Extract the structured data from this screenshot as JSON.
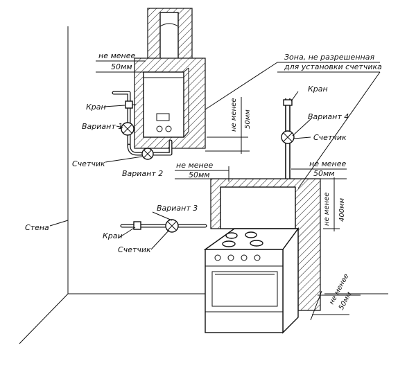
{
  "labels": {
    "min_top": "не менее",
    "min_top_val": "50мм",
    "zone_1": "Зона, не разрешенная",
    "zone_2": "для установки счетчика",
    "kran_top_right": "Кран",
    "kran_left": "Кран",
    "kran_bottom": "Кран",
    "variant1": "Вариант 1",
    "variant2": "Вариант 2",
    "variant3": "Вариант 3",
    "variant4": "Вариант 4",
    "counter_left": "Счетчик",
    "counter_right": "Счетчик",
    "counter_bottom": "Счетчик",
    "min_boiler_right": "не менее",
    "min_boiler_right_val": "50мм",
    "min_mid": "не менее",
    "min_mid_val": "50мм",
    "min_right": "не менее",
    "min_right_val": "50мм",
    "min_stove_right": "не менее",
    "min_stove_right_val": "400мм",
    "min_floor": "не менее",
    "min_floor_val": "50мм",
    "wall": "Стена"
  }
}
